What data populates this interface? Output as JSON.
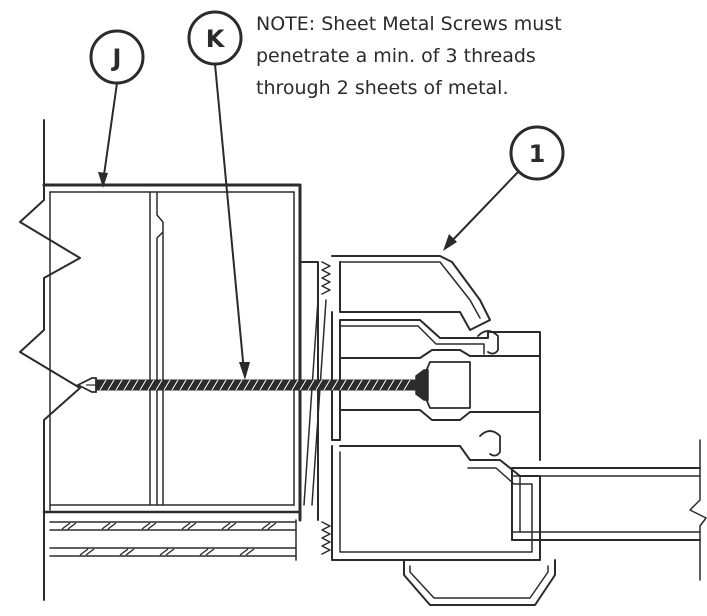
{
  "callouts": {
    "j": "J",
    "k": "K",
    "one": "1"
  },
  "note": {
    "line1": "NOTE: Sheet Metal Screws must",
    "line2": "penetrate a min. of  3 threads",
    "line3": "through 2 sheets of  metal."
  },
  "colors": {
    "ink": "#2b2b2b",
    "paper": "#ffffff"
  }
}
